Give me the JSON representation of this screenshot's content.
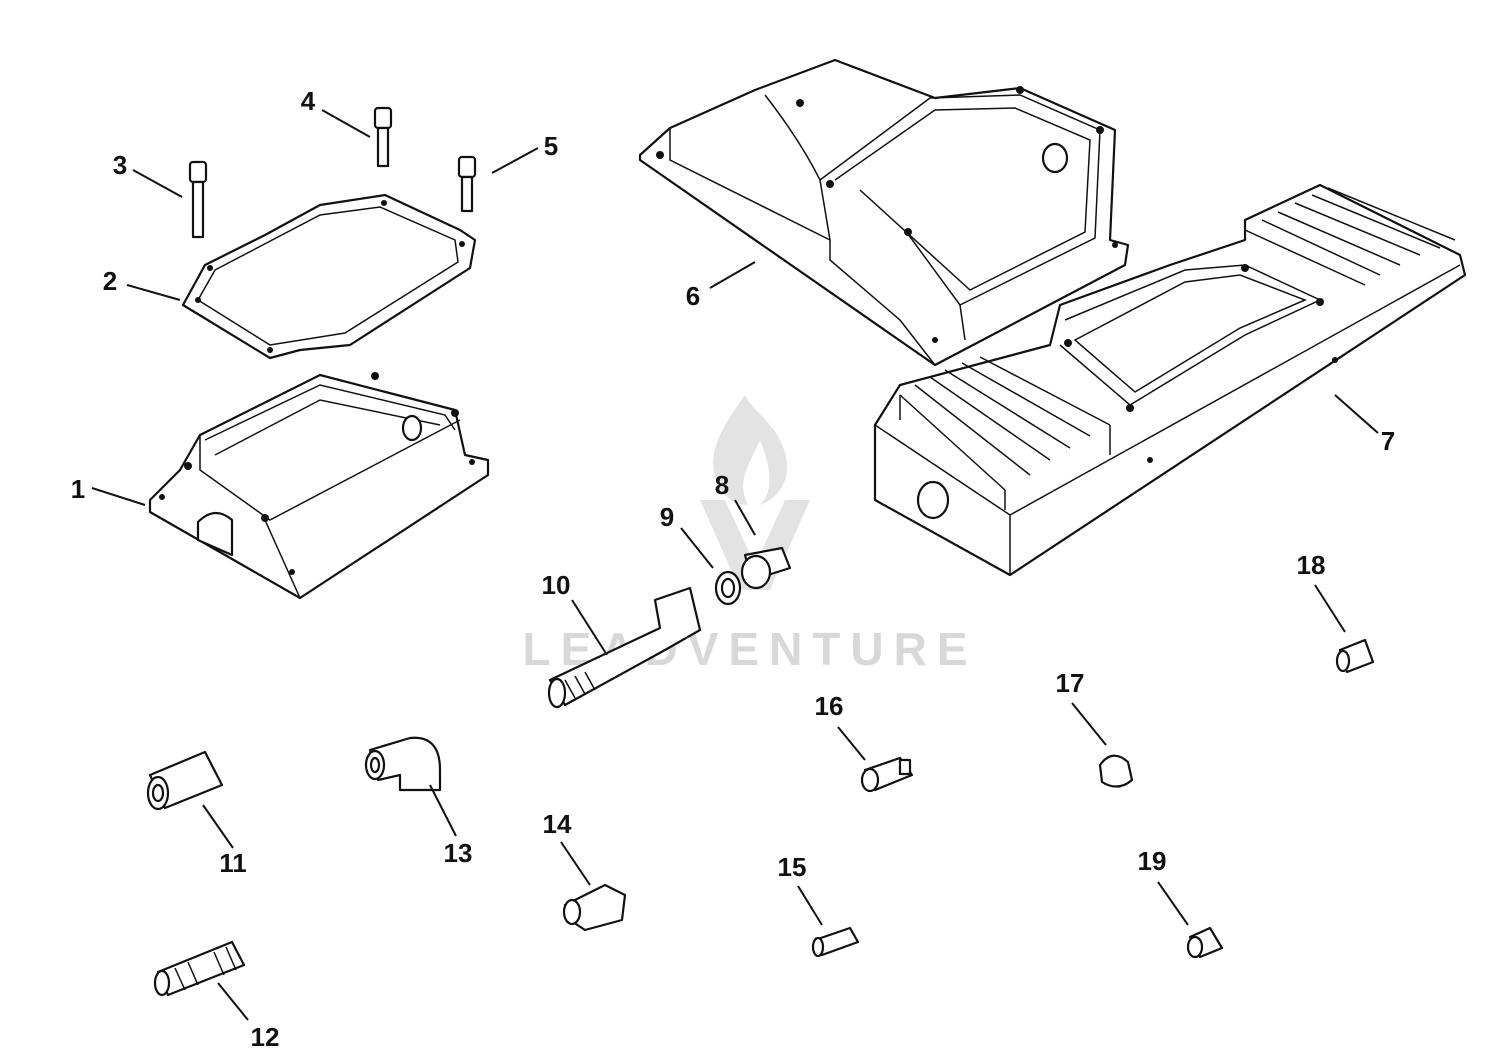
{
  "watermark": {
    "text": "LEADVENTURE",
    "color": "#d8d8d8"
  },
  "labels": [
    "1",
    "2",
    "3",
    "4",
    "5",
    "6",
    "7",
    "8",
    "9",
    "10",
    "11",
    "12",
    "13",
    "14",
    "15",
    "16",
    "17",
    "18",
    "19"
  ]
}
